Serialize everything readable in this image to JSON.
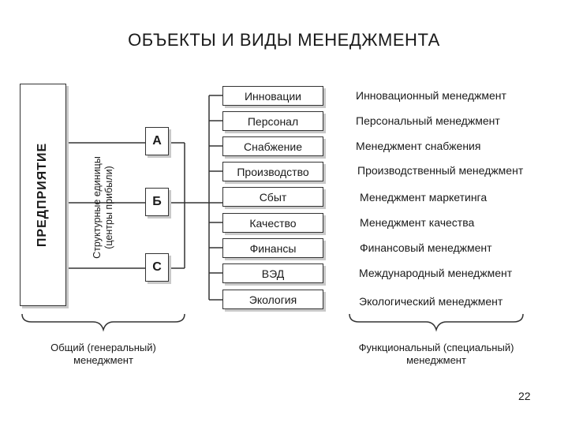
{
  "title": "ОБЪЕКТЫ И ВИДЫ МЕНЕДЖМЕНТА",
  "enterprise": {
    "label": "ПРЕДПРИЯТИЕ"
  },
  "units_label": {
    "line1": "Структурные единицы",
    "line2": "(центры прибыли)"
  },
  "units": [
    "А",
    "Б",
    "С"
  ],
  "functions": [
    "Инновации",
    "Персонал",
    "Снабжение",
    "Производство",
    "Сбыт",
    "Качество",
    "Финансы",
    "ВЭД",
    "Экология"
  ],
  "management_types": [
    "Инновационный менеджмент",
    "Персональный менеджмент",
    "Менеджмент снабжения",
    "Производственный менеджмент",
    "Менеджмент маркетинга",
    "Менеджмент качества",
    "Финансовый менеджмент",
    "Международный менеджмент",
    "Экологический менеджмент"
  ],
  "captions": {
    "general": {
      "line1": "Общий (генеральный)",
      "line2": "менеджмент"
    },
    "functional": {
      "line1": "Функциональный (специальный)",
      "line2": "менеджмент"
    }
  },
  "page_number": "22"
}
